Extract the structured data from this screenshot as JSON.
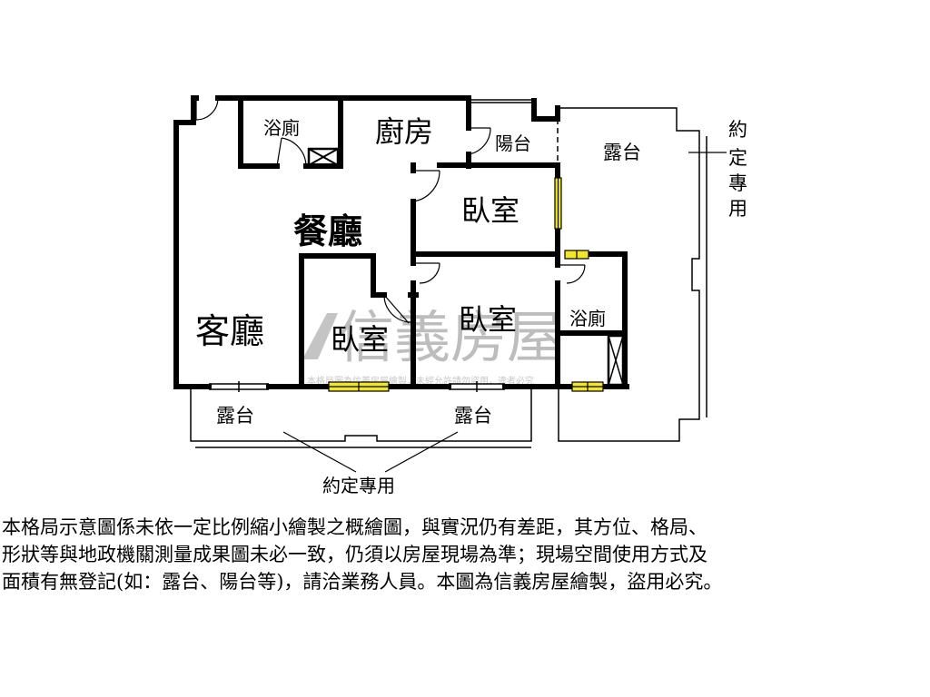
{
  "rooms": {
    "bath1": "浴廁",
    "kitchen": "廚房",
    "balcony": "陽台",
    "terrace_right": "露台",
    "bedroom_upper": "臥室",
    "dining": "餐廳",
    "living": "客廳",
    "bedroom_small": "臥室",
    "bedroom_middle": "臥室",
    "bath2": "浴廁",
    "terrace_bottom_left": "露台",
    "terrace_bottom_right": "露台"
  },
  "labels": {
    "exclusive_use_bottom": "約定專用",
    "exclusive_use_right": [
      "約",
      "定",
      "專",
      "用"
    ]
  },
  "watermark": {
    "brand": "信義房屋",
    "notice": "本格局圖為信義房屋繪製，未經允許請勿盜用，違者必究"
  },
  "disclaimer": [
    "本格局示意圖係未依一定比例縮小繪製之概繪圖，與實況仍有差距，其方位、格局、",
    "形狀等與地政機關測量成果圖未必一致，仍須以房屋現場為準；現場空間使用方式及",
    "面積有無登記(如：露台、陽台等)，請洽業務人員。本圖為信義房屋繪製，盜用必究。"
  ],
  "colors": {
    "wall": "#000000",
    "window": "#f2e52a",
    "watermark": "#bdbdbd"
  }
}
